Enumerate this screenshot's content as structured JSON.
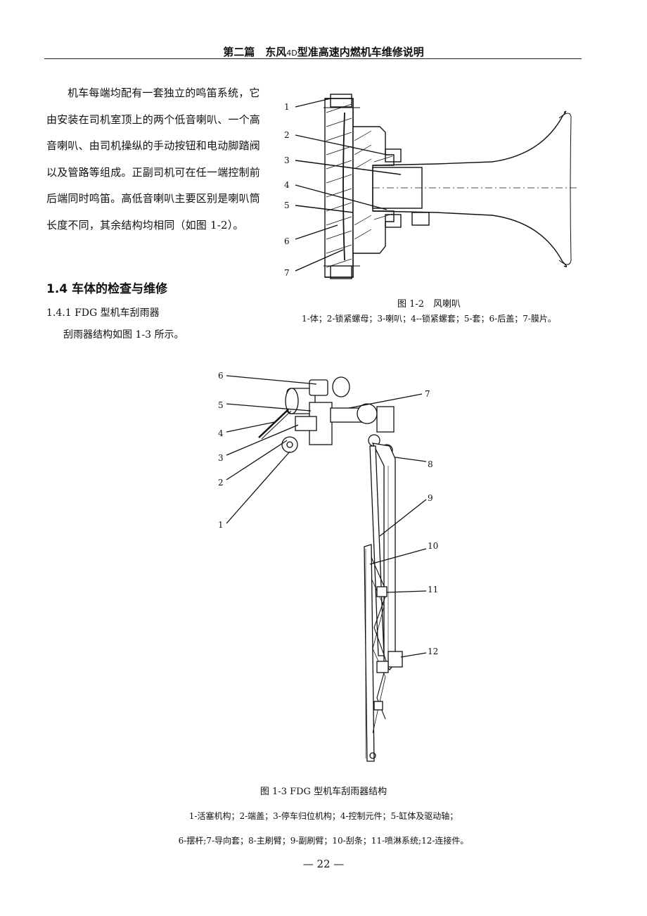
{
  "header": {
    "title_part1": "第二篇　东风",
    "title_small": "4D",
    "title_part2": "型准高速内燃机车维修说明"
  },
  "body_paragraph": "机车每端均配有一套独立的鸣笛系统，它由安装在司机室顶上的两个低音喇叭、一个高音喇叭、由司机操纵的手动按钮和电动脚踏阀以及管路等组成。正副司机可在任一端控制前后端同时鸣笛。高低音喇叭主要区别是喇叭筒长度不同，其余结构均相同（如图 1-2）。",
  "section_heading": "1.4 车体的检查与维修",
  "subsection_heading": "1.4.1 FDG 型机车刮雨器",
  "subsection_text": "刮雨器结构如图 1-3 所示。",
  "figure_1_2": {
    "caption": "图 1-2　风喇叭",
    "legend": "1-体；2-锁紧螺母；3-喇叭；4--锁紧螺套；5-套；6-后盖；7-膜片。",
    "callouts": [
      "1",
      "2",
      "3",
      "4",
      "5",
      "6",
      "7"
    ]
  },
  "figure_1_3": {
    "caption": "图 1-3 FDG 型机车刮雨器结构",
    "legend_line1": "1-活塞机构；2-端盖；3-停车归位机构；4-控制元件；5-缸体及驱动轴；",
    "legend_line2": "6-摆杆;7-导向套；8-主刷臂；9-副刷臂；10-刮条；11-喷淋系统;12-连接件。",
    "callouts_left": [
      "6",
      "5",
      "4",
      "3",
      "2",
      "1"
    ],
    "callouts_right": [
      "7",
      "8",
      "9",
      "10",
      "11",
      "12"
    ]
  },
  "page_number": "— 22 —"
}
